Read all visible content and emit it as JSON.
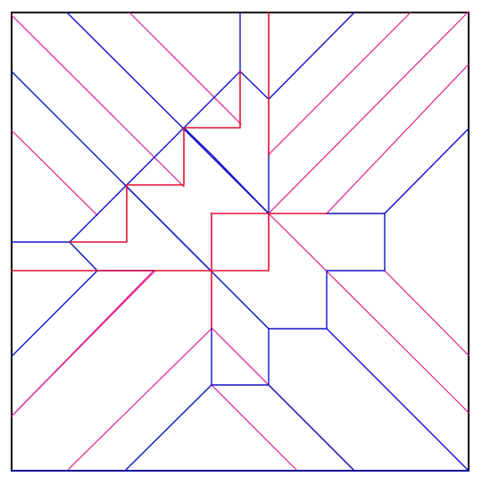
{
  "diagram": {
    "kind": "origami crease pattern",
    "line_types": [
      {
        "type": "border",
        "color": "#000000"
      },
      {
        "type": "valley",
        "color": "#1010c8"
      },
      {
        "type": "mountain",
        "color": "#e01030"
      },
      {
        "type": "diagonal-mountain",
        "color": "#e0208a"
      }
    ]
  }
}
